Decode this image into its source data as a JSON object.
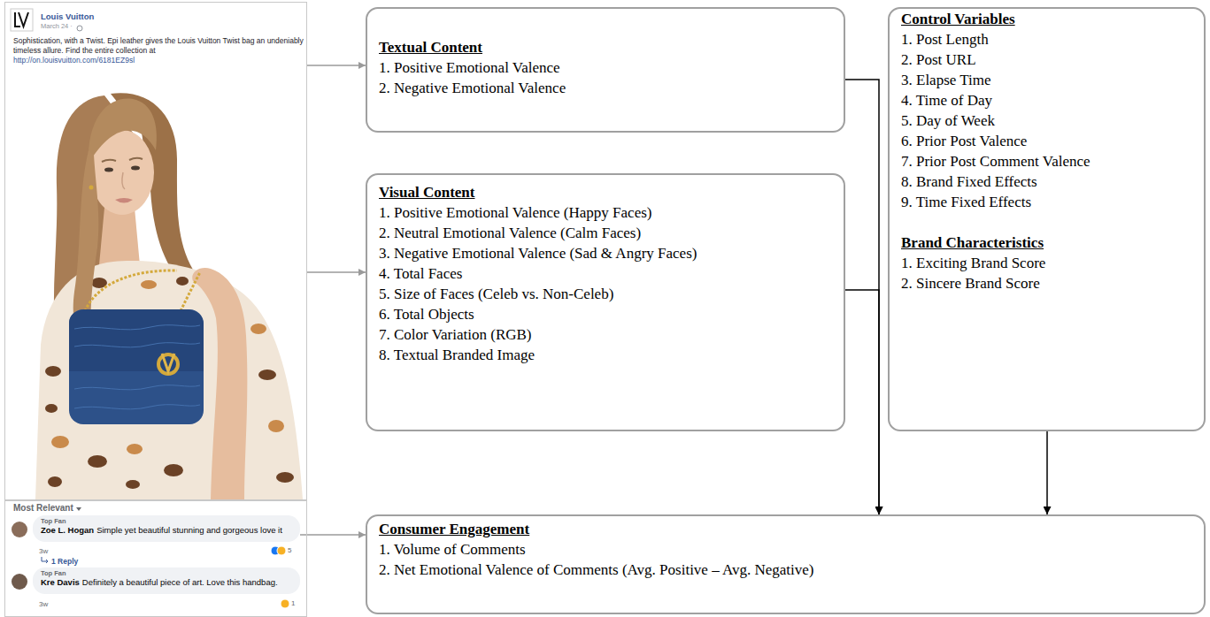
{
  "diagram": {
    "nodes": [
      {
        "text": [
          "Louis Vuitton",
          "March 24 ·",
          "Sophistication, with a Twist. Epi leather gives the Louis Vuitton Twist bag an undeniably timeless allure. Find the entire collection at",
          "http://on.louisvuitton.com/6181EZ9sl"
        ]
      },
      {
        "text": [
          "Most Relevant"
        ]
      },
      {
        "text": [
          "Top Fan",
          "Zoe L. Hogan",
          "Simple yet beautiful stunning and gorgeous love it"
        ],
        "in": 1
      },
      {
        "text": [
          "Top Fan",
          "Kre Davis",
          "Definitely a beautiful piece of art. Love this handbag."
        ],
        "in": 1
      },
      {
        "text": [
          "Textual Content",
          "1. Positive Emotional Valence",
          "2. Negative Emotional Valence"
        ]
      },
      {
        "text": [
          "Visual Content",
          "1. Positive Emotional Valence (Happy Faces)",
          "2. Neutral Emotional Valence (Calm Faces)",
          "3. Negative Emotional Valence (Sad & Angry Faces)",
          "4. Total Faces",
          "5. Size of Faces (Celeb vs. Non-Celeb)",
          "6. Total Objects",
          "7. Color Variation (RGB)",
          "8. Textual Branded Image"
        ]
      },
      {
        "text": [
          "Control Variables",
          "1. Post Length",
          "2. Post URL",
          "3. Elapse Time",
          "4. Time of Day",
          "5. Day of Week",
          "6. Prior Post Valence",
          "7. Prior Post Comment Valence",
          "8. Brand Fixed Effects",
          "9. Time Fixed Effects",
          "Brand Characteristics",
          "1. Exciting Brand Score",
          "2. Sincere Brand Score"
        ]
      },
      {
        "text": [
          "Consumer Engagement",
          "1. Volume of Comments",
          "2. Net Emotional Valence of Comments (Avg. Positive – Avg. Negative)"
        ]
      }
    ],
    "edges": [
      {
        "from": 0,
        "to": 4,
        "arrow": "to"
      },
      {
        "from": 0,
        "to": 5,
        "arrow": "to"
      },
      {
        "from": 2,
        "to": 7,
        "arrow": "to"
      },
      {
        "from": 4,
        "to": 7,
        "arrow": "to"
      },
      {
        "from": 5,
        "to": 7,
        "arrow": "to"
      },
      {
        "from": 6,
        "to": 7,
        "arrow": "to"
      }
    ],
    "labels": [
      "3w",
      "5",
      "1 Reply",
      "3w",
      "1"
    ]
  }
}
